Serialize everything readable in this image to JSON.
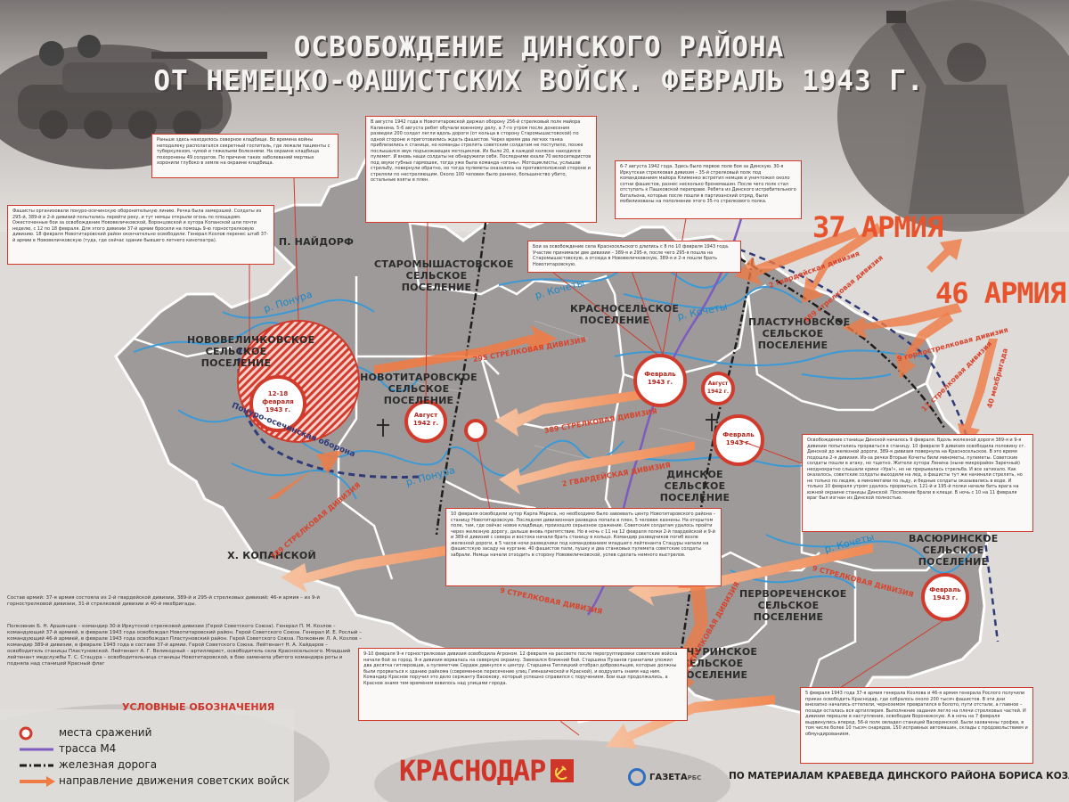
{
  "title": {
    "line1": "ОСВОБОЖДЕНИЕ ДИНСКОГО РАЙОНА",
    "line2": "ОТ НЕМЕЦКО-ФАШИСТСКИХ ВОЙСК. ФЕВРАЛЬ 1943 Г."
  },
  "armies": {
    "army37": "37 АРМИЯ",
    "army46": "46 АРМИЯ"
  },
  "places": {
    "naydorf": "П. НАЙДОРФ",
    "staromyshastovskoe": "СТАРОМЫШАСТОВСКОЕ СЕЛЬСКОЕ ПОСЕЛЕНИЕ",
    "krasnoselskoe": "КРАСНОСЕЛЬСКОЕ ПОСЕЛЕНИЕ",
    "plastunovskoe": "ПЛАСТУНОВСКОЕ СЕЛЬСКОЕ ПОСЕЛЕНИЕ",
    "novovelichkovskoe": "НОВОВЕЛИЧКОВСКОЕ СЕЛЬСКОЕ ПОСЕЛЕНИЕ",
    "novotitarovskoe": "НОВОТИТАРОВСКОЕ СЕЛЬСКОЕ ПОСЕЛЕНИЕ",
    "dinskoe": "ДИНСКОЕ СЕЛЬСКОЕ ПОСЕЛЕНИЕ",
    "vasyurinskoe": "ВАСЮРИНСКОЕ СЕЛЬСКОЕ ПОСЕЛЕНИЕ",
    "pervorechenskoe": "ПЕРВОРЕЧЕНСКОЕ СЕЛЬСКОЕ ПОСЕЛЕНИЕ",
    "michurinskoe": "МИЧУРИНСКОЕ СЕЛЬСКОЕ ПОСЕЛЕНИЕ",
    "kopanskoy": "Х. КОПАНСКОЙ"
  },
  "rivers": {
    "ponura1": "р. Понура",
    "ponura2": "р. Понура",
    "kochety1": "р. Кочеты",
    "kochety2": "р. Кочеты",
    "kochety3": "р. Кочеты"
  },
  "defense_line": "Понуро-осечинская оборона",
  "battle_dates": {
    "b1": "12-18 февраля 1943 г.",
    "b2": "Август 1942 г.",
    "b3": "Февраль 1943 г.",
    "b4": "Август 1942 г.",
    "b5": "Февраль 1943 г.",
    "b6": "Февраль 1943 г."
  },
  "arrows": {
    "a1": "2 гвардейская дивизия",
    "a2": "389 стрелковая дивизия",
    "a3": "9 горнострелковая дивизия",
    "a4": "11 стрелковая дивизия",
    "a5": "40 мехбригада",
    "a6": "295 СТРЕЛКОВАЯ ДИВИЗИЯ",
    "a7": "389 СТРЕЛКОВАЯ ДИВИЗИЯ",
    "a8": "2 ГВАРДЕЙСКАЯ ДИВИЗИЯ",
    "a9": "389 СТРЕЛКОВАЯ ДИВИЗИЯ",
    "a10": "9 СТРЕЛКОВАЯ ДИВИЗИЯ",
    "a11": "9 СТРЕЛКОВАЯ ДИВИЗИЯ",
    "a12": "9 СТРЕЛКОВАЯ ДИВИЗИЯ"
  },
  "notes": {
    "n1": "Раньше здесь находилось северное кладбище. Во времена войны неподалеку располагался секретный госпиталь, где лежали пациенты с туберкулезом, чумой и тяжелыми болезнями. На окраине кладбища похоронены 49 солдатов. По причине таких заболеваний мертвых хоронили глубоко в земле на окраине кладбища.",
    "n2": "Фашисты организовали понуро-осечинскую оборонительную линию. Речка была замерзшей. Солдаты из 295-й, 389-й и 2-й дивизий попытались перейти реку, и тут немцы открыли огонь по площадям. Ожесточенные бои за освобождение Нововеличковской, Воронцовской и хутора Копанской шли почти неделю, с 12 по 18 февраля. Для этого дивизии 37-й армии бросили на помощь 9-ю горнострелковую дивизию. 18 февраля Новотитаровский район окончательно освободили. Генерал Козлов перенес штаб 37-й армии в Нововеличковскую (туда, где сейчас здание бывшего летнего кинотеатра).",
    "n3": "В августе 1942 года в Новотитаровской держал оборону 256-й стрелковый полк майора Калинина. 5-6 августа ребят обучали военному делу, а 7-го утром после донесения разведки 200 солдат легли вдоль дороги (от кольца в сторону Старомышастовской) по одной стороне и приготовились ждать фашистов. Через время два легких танка приблизились к станице, но команды стрелять советским солдатам не поступило, позже послышался звук подъезжающих мотоциклов. Их было 20, в каждой коляске находился пулемет. И вновь наши солдаты не обнаружили себя. Последними ехали 70 велосипедистов под звуки губных гармошек, тогда уже была команда «огонь». Мотоциклисты, услышав стрельбу, повернули обратно, но тогда пулеметы оказались на противоположной стороне и стреляли по нестреляющим. Около 100 человек было ранено, большинство убито, остальные взяты в плен.",
    "n4": "6-7 августа 1942 года. Здесь было первое поле боя за Динскую. 30-я Иркутская стрелковая дивизия – 35-й стрелковый полк под командованием майора Клименко встретил немцев и уничтожил около сотни фашистов, разнес несколько бронемашин. После чего полк стал отступать к Пашковской переправе. Ребята из Динского истребительного батальона, которые после пошли в партизанский отряд, были мобилизованы на пополнение этого 35-го стрелкового полка.",
    "n5": "Бои за освобождение села Красносельского длились с 8 по 10 февраля 1943 года. Участие принимали две дивизии – 389-я и 295-я, после чего 295-я пошла на Старомышастовскую, а отсюда в Нововеличковскую, 389-я и 2-я пошли брать Новотитаровскую.",
    "n6": "Освобождение станицы Динской началось 9 февраля. Вдоль железной дороги 389-я и 9-я дивизии попытались прорваться в станицу. 10 февраля 9 дивизия освободила половину ст. Динской до железной дороги, 389-я дивизия повернула на Красносельское. В это время подошла 2-я дивизия. Из-за речки Вторые Кочеты били минометы, пулеметы. Советские солдаты пошли в атаку, но тщетно. Жители хутора Ленина (ныне микрорайон Заречный) неоднократно слышали крики «Ура!», но не прерывалась стрельба. И все затихало. Как оказалось, советские солдаты выходили на лед, а фашисты тут же начинали стрелять, но не только по людям, а минометами по льду, и бедные солдаты оказывались в воде. И только 10 февраля утром удалось прорваться. 121-й и 195-й полки начали бить врага на южной окраине станицы Динской. Поселение брали в клещи. В ночь с 10 на 11 февраля враг был изгнан из Динской полностью.",
    "n7": "10 февраля освободили хутор Карла Маркса, но необходимо было завоевать центр Новотитаровского района – станицу Новотитаровскую. Последняя дивизионная разведка попала в плен, 5 человек казнены. На открытом поле, там, где сейчас новое кладбище, произошло серьезное сражение. Советским солдатам удалось пройти через железную дорогу, дальше вновь препятствие. Но в ночь с 11 на 12 февраля полки 2-й гвардейской и 9-й и 389-й дивизий с севера и востока начали брать станицу в кольцо. Командир разведчиков погиб возле железной дороги, в 5 часов ночи разведчики под командованием младшего лейтенанта Стацуры напали на фашистскую засаду на кургане. 40 фашистов пали, пушку и два станковых пулемета советские солдаты забрали. Немцы начали отходить в сторону Нововеличковской, успев сделать немного выстрелов.",
    "n8": "9-10 февраля 9-я горнострелковая дивизия освободила Агроном. 12 февраля на рассвете после перегруппировки советские войска начали бой за город. 9-я дивизия ворвалась на северную окраину. Завязался ближний бой. Старшина Пузанов гранатами уложил два десятка гитлеровцев, а пулеметчик Сердюк двинулся к центру. Старшина Теплицкий отобрал добровольцев, которые должны были прорваться к зданию райкома (современное пересечение улиц Гимназической и Красной), и водрузить знамя над ним. Командир Краснов поручил это дело сержанту Васюкову, который успешно справился с поручением. Бои еще продолжались, а Краснов знамя тем временем взвилось над улицами города.",
    "n9": "5 февраля 1943 года 37-я армия генерала Козлова и 46-я армия генерала Рослого получили приказ освободить Краснодар, где собралось около 200 тысяч фашистов. В эти дни внезапно начались оттепели, черноземом превратился в болото, пути отстали, а главное – позади осталась вся артиллерия. Выполнение задания легло на плечи стрелковых частей. И дивизии перешли в наступление, освободив Воронежскую. А в ночь на 7 февраля выдвинулись вперед. 56-й полк овладел станицей Васюринской. Были захвачены трофеи, в том числе более 10 тысяч снарядов, 150 исправных автомашин, склады с продовольствием и обмундированием."
  },
  "footnote": {
    "p1": "Состав армий: 37-я армия состояла из 2-й гвардейской дивизии, 389-й и 295-й стрелковых дивизий; 46-я армия – из 9-й горнострелковой дивизии, 31-й стрелковой дивизии и 40-й мехбригады.",
    "p2": "Полковник Б. Н. Аршинцев – командир 30-й Иркутской стрелковой дивизии (Герой Советского Союза). Генерал П. М. Козлов – командующий 37-й армией, в феврале 1943 года освобождал Новотитаровский район. Герой Советского Союза. Генерал И. Е. Рослый – командующий 46-й армией, в феврале 1943 года освобождал Пластуновский район. Герой Советского Союза. Полковник Л. А. Козлов – командир 389-й дивизии, в феврале 1943 года в составе 37-й армии. Герой Советского Союза. Лейтенант Н. А. Хайдаров – освободитель станицы Пластуновской. Лейтенант А. Г. Великодный – артиллерист, освободитель села Красносельского. Младший лейтенант медслужбы Т. С. Стацура – освободительница станицы Новотитаровской, в бою заменила убитого командира роты и подняла над станицей Красный флаг"
  },
  "legend": {
    "title": "УСЛОВНЫЕ ОБОЗНАЧЕНИЯ",
    "items": [
      "места сражений",
      "трасса М4",
      "железная дорога",
      "направление движения советских войск"
    ]
  },
  "bottom": {
    "city": "КРАСНОДАР",
    "gazeta": "ГАЗЕТА",
    "gazeta_suffix": "РБС",
    "credit": "ПО МАТЕРИАЛАМ КРАЕВЕДА ДИНСКОГО РАЙОНА БОРИСА КОЗАЧЕНКО"
  },
  "colors": {
    "accent_red": "#d23b2c",
    "arrow_orange": "#ef7b45",
    "river_blue": "#3b9ad6",
    "m4_purple": "#7d5bbf",
    "defense_navy": "#2f3a78",
    "region_gray": "#9b9898"
  }
}
